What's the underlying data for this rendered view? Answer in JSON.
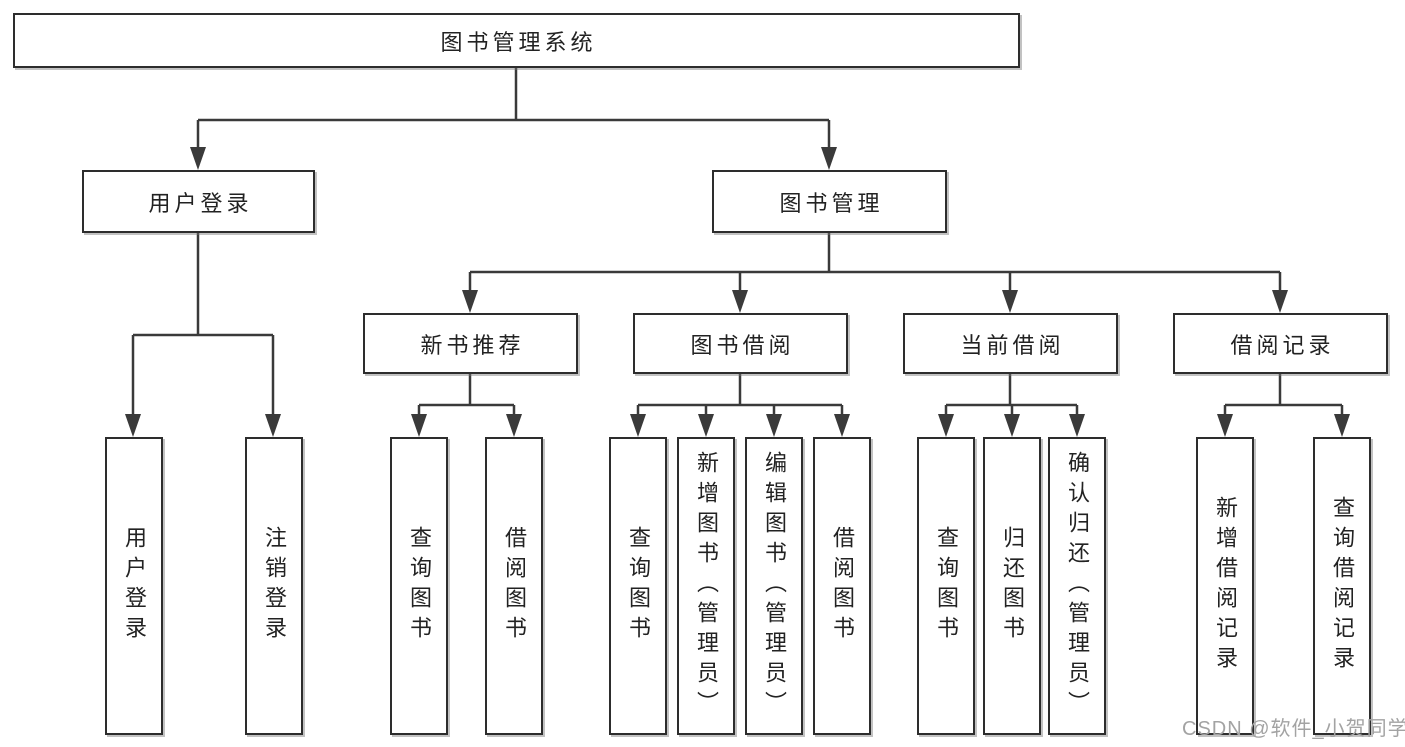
{
  "tree": {
    "root": "图书管理系统",
    "branches": [
      {
        "label": "用户登录",
        "leaves": [
          "用户登录",
          "注销登录"
        ]
      },
      {
        "label": "图书管理",
        "groups": [
          {
            "label": "新书推荐",
            "leaves": [
              "查询图书",
              "借阅图书"
            ]
          },
          {
            "label": "图书借阅",
            "leaves": [
              "查询图书",
              "新增图书（管理员）",
              "编辑图书（管理员）",
              "借阅图书"
            ]
          },
          {
            "label": "当前借阅",
            "leaves": [
              "查询图书",
              "归还图书",
              "确认归还（管理员）"
            ]
          },
          {
            "label": "借阅记录",
            "leaves": [
              "新增借阅记录",
              "查询借阅记录"
            ]
          }
        ]
      }
    ]
  },
  "watermark": "CSDN @软件_小贺同学",
  "colors": {
    "line": "#3a3a3a",
    "box_border": "#2d2d2d",
    "text": "#222222",
    "watermark": "#a3a3a3",
    "background": "#ffffff"
  }
}
